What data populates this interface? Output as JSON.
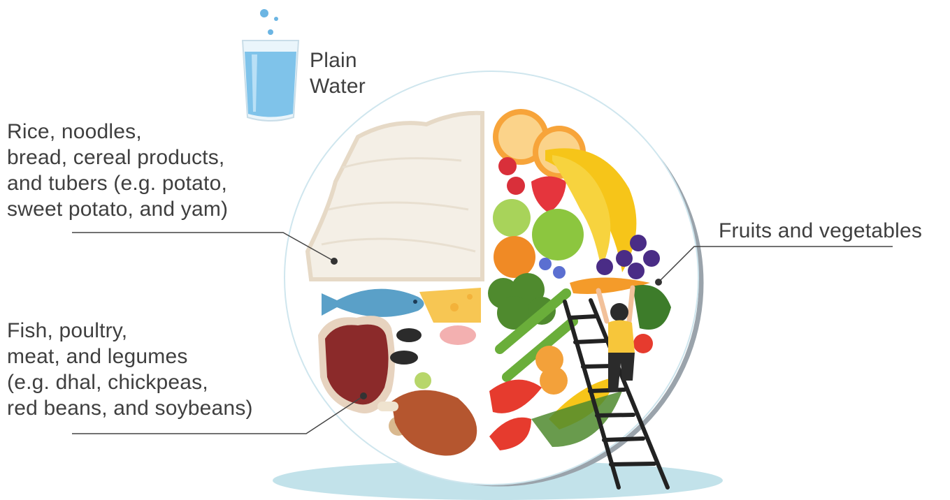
{
  "labels": {
    "water": [
      "Plain",
      "Water"
    ],
    "grains": [
      "Rice, noodles,",
      "bread, cereal products,",
      "and tubers (e.g. potato,",
      "sweet potato, and yam)"
    ],
    "protein": [
      "Fish, poultry,",
      "meat, and legumes",
      "(e.g. dhal, chickpeas,",
      "red beans, and soybeans)"
    ],
    "fruitveg": "Fruits and vegetables"
  },
  "colors": {
    "text": "#3f3f3f",
    "leader_line": "#444444",
    "plate_shadow": "#bfe0e8",
    "plate_rim": "#8f98a0",
    "water": "#7fc3ea",
    "rice": "#f4f1ea",
    "orange": "#f49b2a",
    "banana": "#f6c519",
    "grape": "#4a2c86",
    "apple": "#8cc63f",
    "broccoli": "#4f8a2e",
    "tomato": "#e63b2e",
    "meat": "#8b2a2a",
    "chicken": "#b5562f",
    "fish": "#5aa0c8",
    "cheese": "#f7c653",
    "ladder": "#222222",
    "person_shirt": "#f7c63a"
  },
  "icons": [
    "water-glass-icon",
    "rice-icon",
    "orange-slice-icon",
    "banana-icon",
    "grapes-icon",
    "apple-icon",
    "strawberry-icon",
    "broccoli-icon",
    "tomato-icon",
    "carrot-icon",
    "corn-icon",
    "steak-icon",
    "chicken-leg-icon",
    "fish-icon",
    "cheese-icon",
    "ladder-icon",
    "person-icon"
  ]
}
